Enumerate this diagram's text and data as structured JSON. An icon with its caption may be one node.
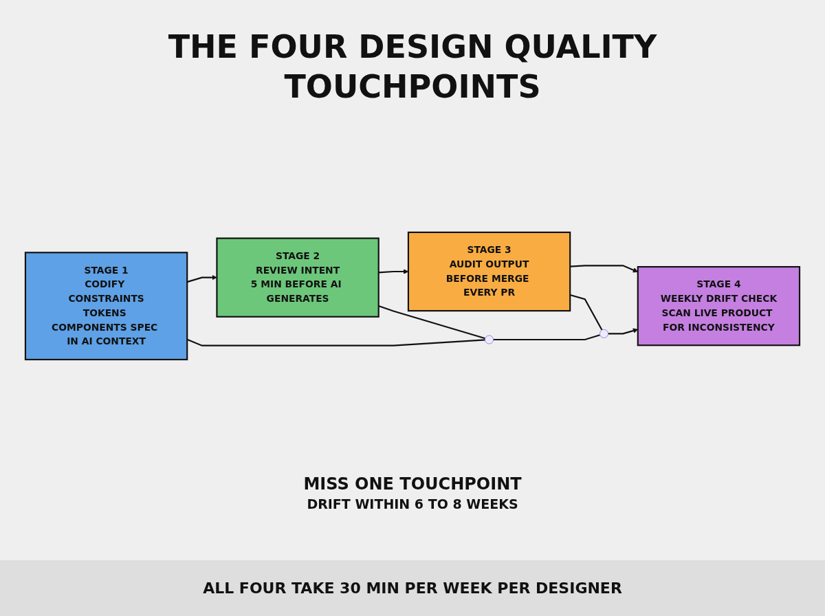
{
  "diagram": {
    "title": "THE FOUR DESIGN QUALITY TOUCHPOINTS",
    "nodes": [
      {
        "text": [
          "STAGE 1",
          "CODIFY CONSTRAINTS",
          "TOKENS COMPONENTS SPEC IN AI CONTEXT"
        ]
      },
      {
        "text": [
          "STAGE 2",
          "REVIEW INTENT",
          "5 MIN BEFORE AI GENERATES"
        ]
      },
      {
        "text": [
          "STAGE 3",
          "AUDIT OUTPUT",
          "BEFORE MERGE EVERY PR"
        ]
      },
      {
        "text": [
          "STAGE 4",
          "WEEKLY DRIFT CHECK",
          "SCAN LIVE PRODUCT FOR INCONSISTENCY"
        ]
      },
      {
        "text": [],
        "shape": "circle"
      },
      {
        "text": [],
        "shape": "circle"
      }
    ],
    "edges": [
      {
        "from": 0,
        "to": 1,
        "arrow": "to"
      },
      {
        "from": 1,
        "to": 2,
        "arrow": "to"
      },
      {
        "from": 2,
        "to": 3,
        "arrow": "to"
      },
      {
        "from": 0,
        "to": 4,
        "arrow": "none"
      },
      {
        "from": 1,
        "to": 4,
        "arrow": "none"
      },
      {
        "from": 4,
        "to": 5,
        "arrow": "none"
      },
      {
        "from": 2,
        "to": 5,
        "arrow": "none"
      },
      {
        "from": 5,
        "to": 3,
        "arrow": "to"
      }
    ],
    "labels": [
      "MISS ONE TOUCHPOINT",
      "DRIFT WITHIN 6 TO 8 WEEKS"
    ],
    "caption": "ALL FOUR TAKE 30 MIN PER WEEK PER DESIGNER"
  }
}
